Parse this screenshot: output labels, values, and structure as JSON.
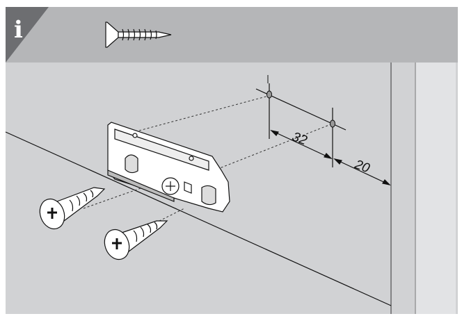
{
  "header": {
    "info_glyph": "i",
    "icon": "countersunk-screw-icon"
  },
  "dimensions": {
    "hole_spacing": "32",
    "edge_distance": "20"
  },
  "colors": {
    "header_band": "#b5b6b8",
    "info_corner": "#6d6e71",
    "panel": "#d1d2d4",
    "side_panel": "#e2e3e5",
    "line": "#111111"
  }
}
